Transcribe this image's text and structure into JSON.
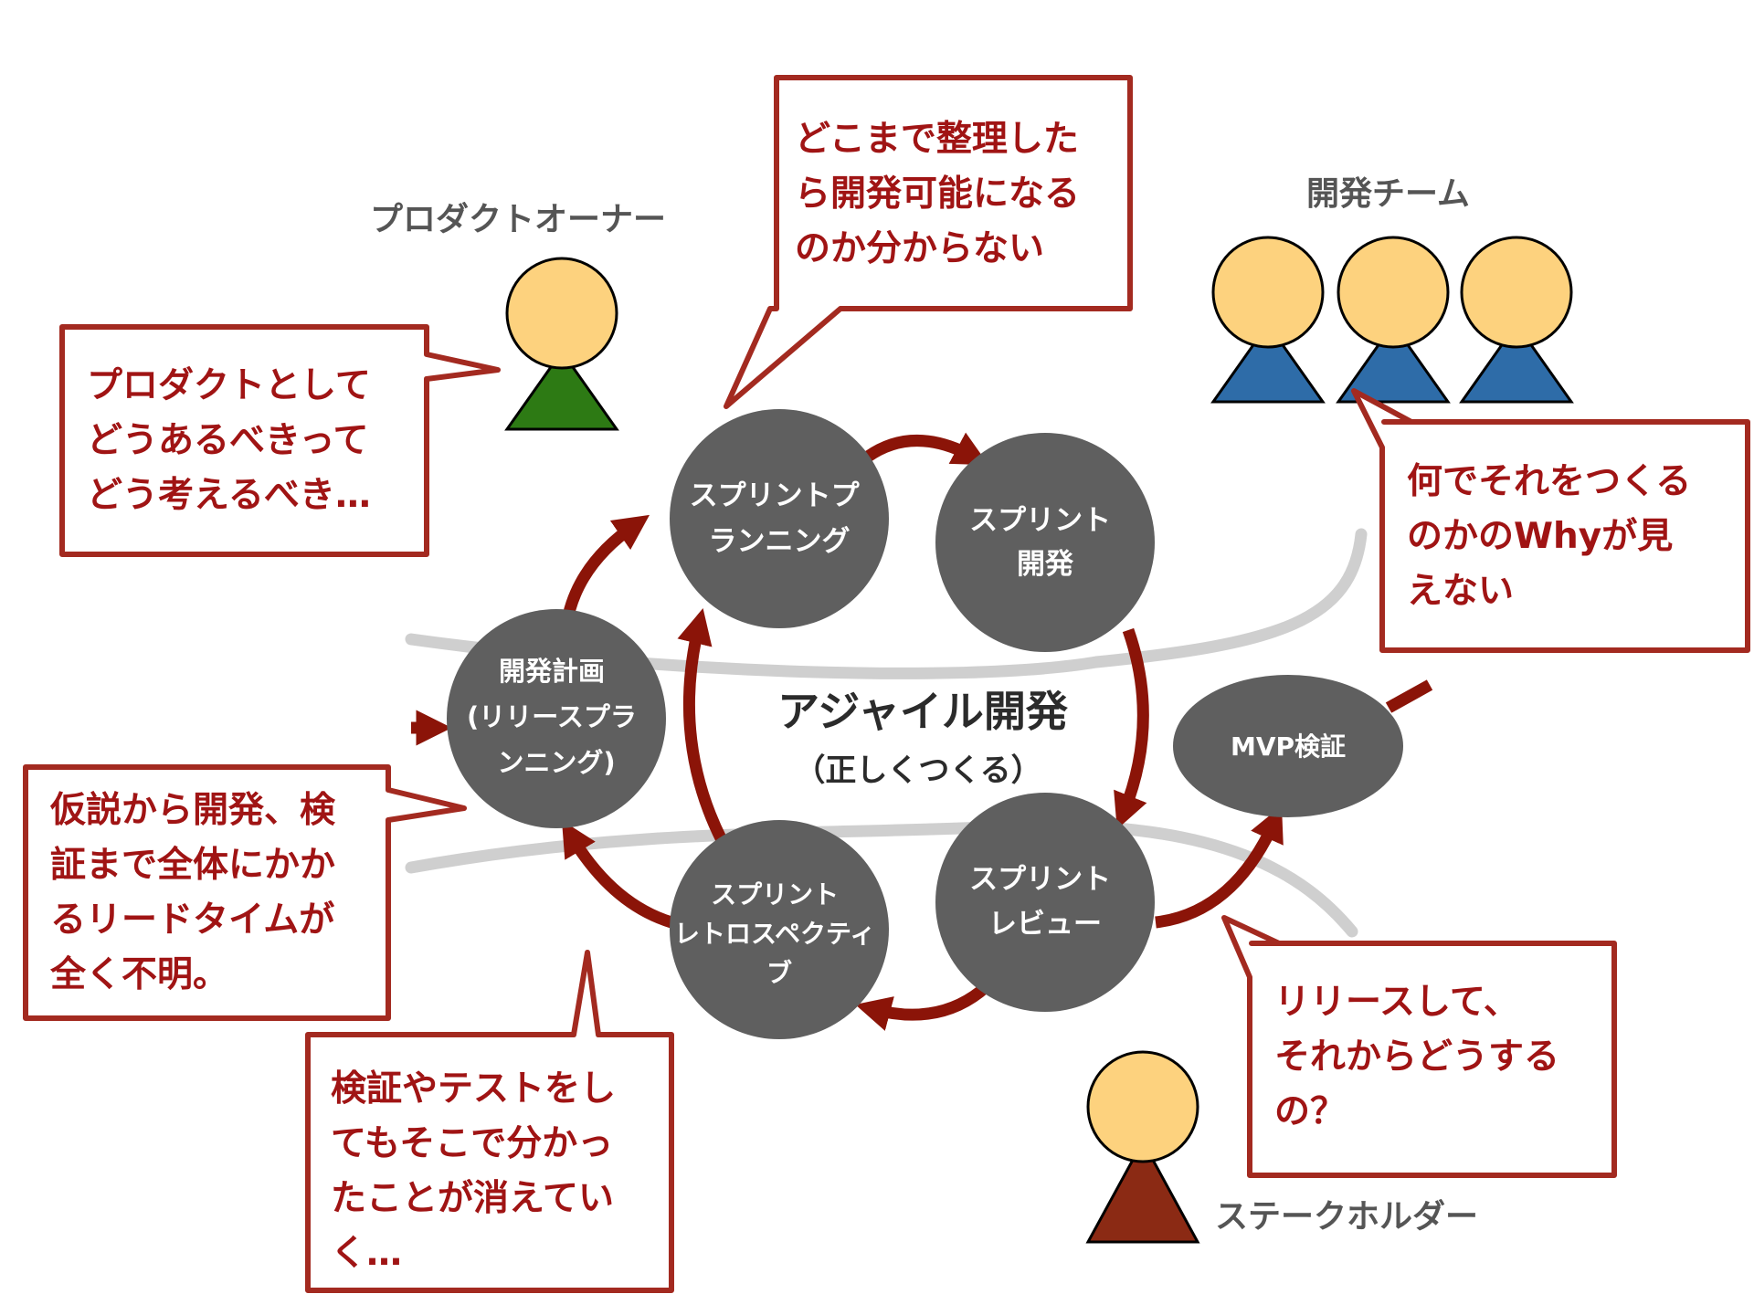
{
  "colors": {
    "node_fill": "#5f5f5f",
    "arrow": "#8b1408",
    "bubble_border": "#a32a20",
    "bubble_text": "#a01414",
    "flow_line": "#cfcfcf",
    "person_head": "#fdd27e",
    "product_owner_body": "#2d7a14",
    "team_body": "#2e6ca8",
    "stakeholder_body": "#8b2a14",
    "role_text": "#555555"
  },
  "center": {
    "title": "アジャイル開発",
    "subtitle": "（正しくつくる）"
  },
  "nodes": {
    "sprint_planning": [
      "スプリントプ",
      "ランニング"
    ],
    "sprint_dev": [
      "スプリント",
      "開発"
    ],
    "sprint_review": [
      "スプリント",
      "レビュー"
    ],
    "sprint_retro": [
      "スプリント",
      "レトロスペクティ",
      "ブ"
    ],
    "dev_plan": [
      "開発計画",
      "(リリースプラ",
      "ンニング)"
    ],
    "mvp": [
      "MVP検証"
    ]
  },
  "roles": {
    "product_owner": "プロダクトオーナー",
    "dev_team": "開発チーム",
    "stakeholder": "ステークホルダー"
  },
  "bubbles": {
    "top": [
      "どこまで整理した",
      "ら開発可能になる",
      "のか分からない"
    ],
    "left_top": [
      "プロダクトとして",
      "どうあるべきって",
      "どう考えるべき…"
    ],
    "right_top": [
      "何でそれをつくる",
      "のかのWhyが見",
      "えない"
    ],
    "left_mid": [
      "仮説から開発、検",
      "証まで全体にかか",
      "るリードタイムが",
      "全く不明。"
    ],
    "bottom_left": [
      "検証やテストをし",
      "てもそこで分かっ",
      "たことが消えてい",
      "く…"
    ],
    "bottom_right": [
      "リリースして、",
      "それからどうする",
      "の？"
    ]
  }
}
